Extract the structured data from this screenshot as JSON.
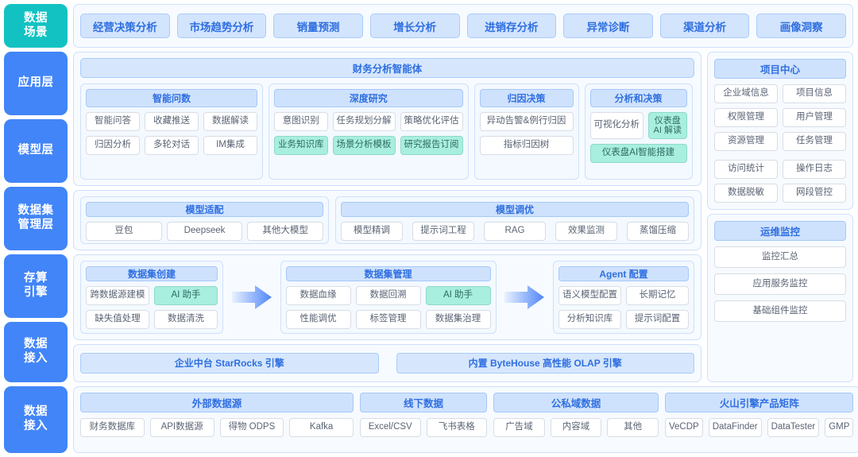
{
  "layers": {
    "scene": "数据\n场景",
    "scene_l1": "数据",
    "scene_l2": "场景",
    "app_l1": "应用层",
    "model_l1": "模型层",
    "dataset_l1": "数据集",
    "dataset_l2": "管理层",
    "storage_l1": "存算",
    "storage_l2": "引擎",
    "access_l1": "数据",
    "access_l2": "接入"
  },
  "scene_tabs": [
    {
      "label": "经营决策分析"
    },
    {
      "label": "市场趋势分析"
    },
    {
      "label": "销量预测"
    },
    {
      "label": "增长分析"
    },
    {
      "label": "进销存分析"
    },
    {
      "label": "异常诊断"
    },
    {
      "label": "渠道分析"
    },
    {
      "label": "画像洞察"
    }
  ],
  "app_layer": {
    "title": "财务分析智能体",
    "groups": [
      {
        "name": "智能问数",
        "items": [
          {
            "label": "智能问答",
            "style": "plain"
          },
          {
            "label": "收藏推送",
            "style": "plain"
          },
          {
            "label": "数据解读",
            "style": "plain"
          },
          {
            "label": "归因分析",
            "style": "plain"
          },
          {
            "label": "多轮对话",
            "style": "plain"
          },
          {
            "label": "IM集成",
            "style": "plain"
          }
        ]
      },
      {
        "name": "深度研究",
        "items": [
          {
            "label": "意图识别",
            "style": "plain"
          },
          {
            "label": "任务规划分解",
            "style": "plain"
          },
          {
            "label": "策略优化评估",
            "style": "plain"
          },
          {
            "label": "业务知识库",
            "style": "mint"
          },
          {
            "label": "场景分析模板",
            "style": "mint"
          },
          {
            "label": "研究报告订阅",
            "style": "mint"
          }
        ]
      },
      {
        "name": "归因决策",
        "items": [
          {
            "label": "异动告警&例行归因",
            "style": "plain"
          },
          {
            "label": "指标归因树",
            "style": "plain"
          }
        ]
      },
      {
        "name": "分析和决策",
        "items": [
          {
            "label": "可视化分析",
            "style": "plain"
          },
          {
            "label": "仪表盘\nAI 解读",
            "style": "mint"
          },
          {
            "label": "仪表盘AI智能搭建",
            "style": "mint"
          }
        ]
      }
    ]
  },
  "project_center": {
    "title": "项目中心",
    "items": [
      {
        "label": "企业域信息"
      },
      {
        "label": "项目信息"
      },
      {
        "label": "权限管理"
      },
      {
        "label": "用户管理"
      },
      {
        "label": "资源管理"
      },
      {
        "label": "任务管理"
      },
      {
        "label": "访问统计"
      },
      {
        "label": "操作日志"
      },
      {
        "label": "数据脱敏"
      },
      {
        "label": "网段管控"
      }
    ]
  },
  "ops_monitor": {
    "title": "运维监控",
    "items": [
      {
        "label": "监控汇总"
      },
      {
        "label": "应用服务监控"
      },
      {
        "label": "基础组件监控"
      }
    ]
  },
  "model_layer": {
    "groups": [
      {
        "name": "模型适配",
        "items": [
          {
            "label": "豆包"
          },
          {
            "label": "Deepseek"
          },
          {
            "label": "其他大模型"
          }
        ]
      },
      {
        "name": "模型调优",
        "items": [
          {
            "label": "模型精调"
          },
          {
            "label": "提示词工程"
          },
          {
            "label": "RAG"
          },
          {
            "label": "效果监测"
          },
          {
            "label": "蒸馏压缩"
          }
        ]
      }
    ]
  },
  "dataset_layer": {
    "groups": [
      {
        "name": "数据集创建",
        "items": [
          {
            "label": "跨数据源建模",
            "style": "plain"
          },
          {
            "label": "AI 助手",
            "style": "mint"
          },
          {
            "label": "缺失值处理",
            "style": "plain"
          },
          {
            "label": "数据清洗",
            "style": "plain"
          }
        ]
      },
      {
        "name": "数据集管理",
        "items": [
          {
            "label": "数据血缘",
            "style": "plain"
          },
          {
            "label": "数据回溯",
            "style": "plain"
          },
          {
            "label": "AI 助手",
            "style": "mint"
          },
          {
            "label": "性能调优",
            "style": "plain"
          },
          {
            "label": "标签管理",
            "style": "plain"
          },
          {
            "label": "数据集治理",
            "style": "plain"
          }
        ]
      },
      {
        "name": "Agent 配置",
        "items": [
          {
            "label": "语义模型配置",
            "style": "plain"
          },
          {
            "label": "长期记忆",
            "style": "plain"
          },
          {
            "label": "分析知识库",
            "style": "plain"
          },
          {
            "label": "提示词配置",
            "style": "plain"
          }
        ]
      }
    ],
    "arrow_icon": "arrow-right-icon"
  },
  "storage_layer": {
    "items": [
      {
        "label": "企业中台 StarRocks 引擎"
      },
      {
        "label": "内置 ByteHouse 高性能 OLAP 引擎"
      }
    ]
  },
  "access_layer": {
    "groups": [
      {
        "name": "外部数据源",
        "items": [
          {
            "label": "财务数据库"
          },
          {
            "label": "API数据源"
          },
          {
            "label": "得物 ODPS"
          },
          {
            "label": "Kafka"
          }
        ]
      },
      {
        "name": "线下数据",
        "items": [
          {
            "label": "Excel/CSV"
          },
          {
            "label": "飞书表格"
          }
        ]
      },
      {
        "name": "公私域数据",
        "items": [
          {
            "label": "广告域"
          },
          {
            "label": "内容域"
          },
          {
            "label": "其他"
          }
        ]
      },
      {
        "name": "火山引擎产品矩阵",
        "items": [
          {
            "label": "VeCDP"
          },
          {
            "label": "DataFinder"
          },
          {
            "label": "DataTester"
          },
          {
            "label": "GMP"
          }
        ]
      }
    ]
  },
  "colors": {
    "scene_tag": "#12c2c2",
    "layer_tag": "#4285f8",
    "accent_blue": "#2f6fe0",
    "header_bar": "#cfe2fd",
    "mint": "#a8efe0",
    "panel_bg": "#f7fbff",
    "panel_border": "#cfe0fb"
  }
}
